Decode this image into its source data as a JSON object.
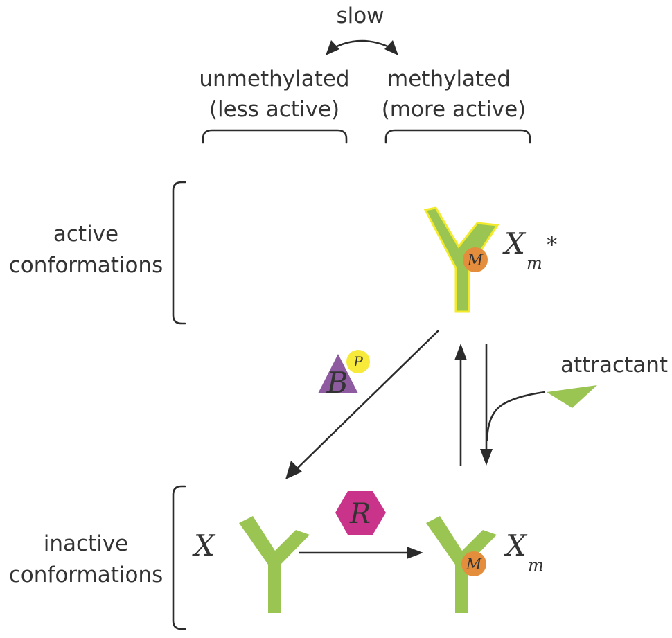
{
  "labels": {
    "slow": "slow",
    "unmethylated": "unmethylated",
    "less_active": "(less active)",
    "methylated": "methylated",
    "more_active": "(more active)",
    "active_1": "active",
    "active_2": "conformations",
    "inactive_1": "inactive",
    "inactive_2": "conformations",
    "attractant": "attractant"
  },
  "species": {
    "x": "X",
    "xm_base": "X",
    "xm_sub": "m",
    "xm_star_base": "X",
    "xm_star_sub": "m",
    "xm_star_star": "*"
  },
  "markers": {
    "methyl": "M",
    "phospho": "P",
    "cheb": "B",
    "cher": "R"
  },
  "colors": {
    "receptor_green": "#9bc553",
    "active_outline": "#f2ea2a",
    "methyl_orange": "#e48d3c",
    "cheb_purple": "#8e5aa0",
    "phospho_yellow": "#f7ea3a",
    "cher_magenta": "#c9348a",
    "attractant_green": "#9bc553",
    "arrow": "#2b2b2b",
    "text": "#333333"
  }
}
